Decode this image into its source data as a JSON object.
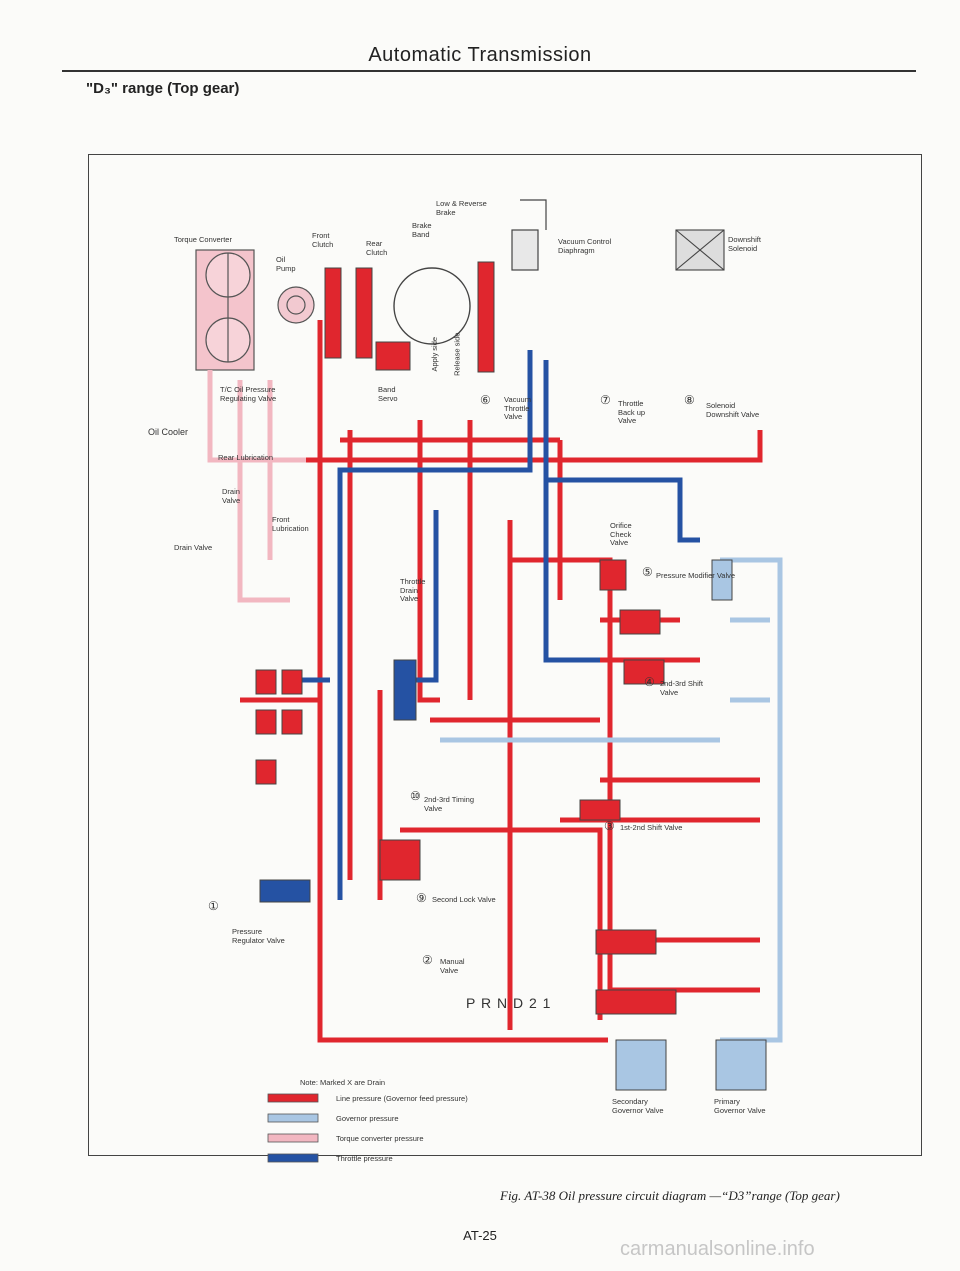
{
  "header": {
    "title": "Automatic Transmission",
    "section": "\"D₃\" range (Top gear)"
  },
  "labels": {
    "torque_converter": "Torque Converter",
    "front_clutch": "Front\nClutch",
    "oil_pump": "Oil\nPump",
    "rear_clutch": "Rear\nClutch",
    "brake_band": "Brake\nBand",
    "low_reverse_brake": "Low & Reverse\nBrake",
    "vacuum_control_diaphragm": "Vacuum Control\nDiaphragm",
    "downshift_solenoid": "Downshift\nSolenoid",
    "tc_oil_pressure_valve": "T/C Oil Pressure\nRegulating Valve",
    "oil_cooler": "Oil Cooler",
    "rear_lubrication": "Rear Lubrication",
    "drain_valve_upper": "Drain\nValve",
    "drain_valve": "Drain Valve",
    "front_lubrication": "Front\nLubrication",
    "band_servo": "Band\nServo",
    "apply_side": "Apply side",
    "release_side": "Release side",
    "vacuum_throttle_valve": "Vacuum\nThrottle\nValve",
    "throttle_back_up_valve": "Throttle\nBack up\nValve",
    "solenoid_downshift_valve": "Solenoid\nDownshift Valve",
    "orifice_check_valve": "Orifice\nCheck\nValve",
    "throttle_drain_valve": "Throttle\nDrain\nValve",
    "pressure_modifier_valve": "Pressure Modifier Valve",
    "shift_2_3_valve": "2nd-3rd Shift\nValve",
    "timing_2_3_valve": "2nd-3rd Timing\nValve",
    "shift_1_2_valve": "1st-2nd Shift Valve",
    "second_lock_valve": "Second Lock Valve",
    "pressure_regulator_valve": "Pressure\nRegulator Valve",
    "manual_valve": "Manual\nValve",
    "prnd21": "P R N D 2 1",
    "secondary_governor_valve": "Secondary\nGovernor Valve",
    "primary_governor_valve": "Primary\nGovernor Valve"
  },
  "numbers": [
    "①",
    "②",
    "③",
    "④",
    "⑤",
    "⑥",
    "⑦",
    "⑧",
    "⑨",
    "⑩"
  ],
  "legend": {
    "note": "Note: Marked X are Drain",
    "items": [
      {
        "label": "Line pressure (Governor feed pressure)",
        "color": "#e0262e"
      },
      {
        "label": "Governor pressure",
        "color": "#a9c6e3"
      },
      {
        "label": "Torque converter pressure",
        "color": "#f2b7c1"
      },
      {
        "label": "Throttle pressure",
        "color": "#2552a3"
      }
    ]
  },
  "caption": "Fig. AT-38  Oil pressure circuit diagram —“D3”range (Top gear)",
  "page_number": "AT-25",
  "watermark": "carmanualsonline.info"
}
